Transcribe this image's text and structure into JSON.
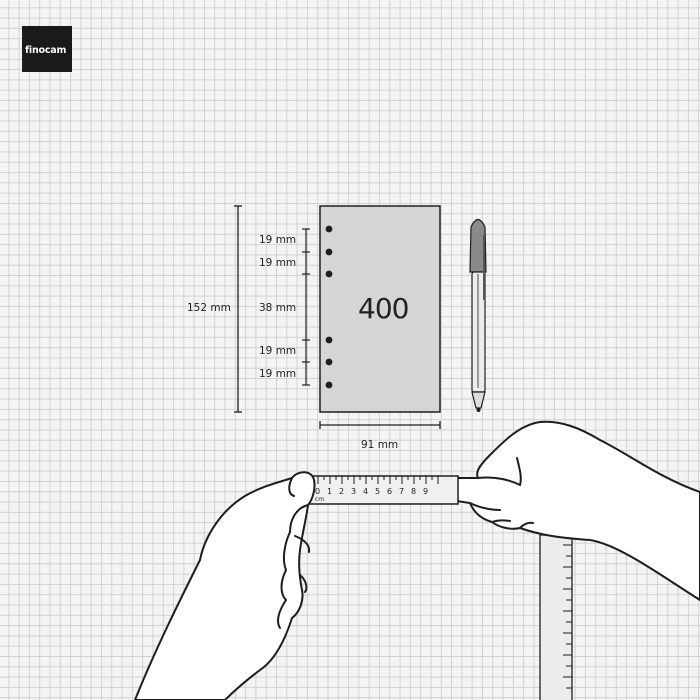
{
  "brand": {
    "logo_text": "finocam"
  },
  "page": {
    "number": "400"
  },
  "dimensions": {
    "height": "152 mm",
    "width": "91 mm",
    "spacings": [
      "19 mm",
      "19 mm",
      "38 mm",
      "19 mm",
      "19 mm"
    ]
  },
  "ruler": {
    "numbers": [
      "0",
      "1",
      "2",
      "3",
      "4",
      "5",
      "6",
      "7",
      "8",
      "9"
    ],
    "unit": "cm"
  },
  "colors": {
    "paper": "#d5d5d5",
    "ink": "#1e1e1e",
    "grid": "#d2d2d2"
  }
}
